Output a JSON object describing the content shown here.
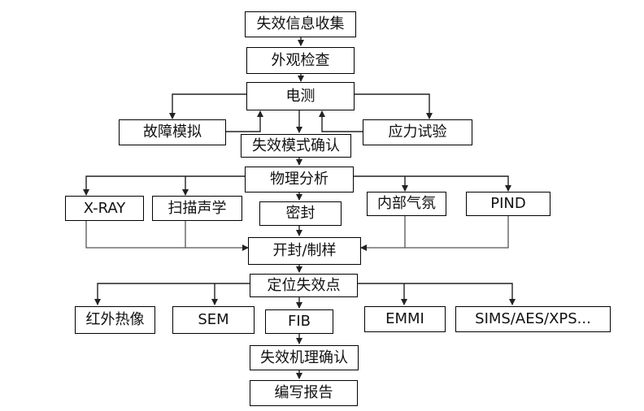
{
  "nodes": {
    "collect": "失效信息收集",
    "visual": "外观检查",
    "electrical": "电测",
    "fault_sim": "故障模拟",
    "stress_test": "应力试验",
    "mode_confirm": "失效模式确认",
    "physical": "物理分析",
    "xray": "X-RAY",
    "acoustic": "扫描声学",
    "seal": "密封",
    "internal_gas": "内部气氛",
    "pind": "PIND",
    "decap": "开封/制样",
    "locate": "定位失效点",
    "infrared": "红外热像",
    "sem": "SEM",
    "fib": "FIB",
    "emmi": "EMMI",
    "sims": "SIMS/AES/XPS...",
    "mechanism": "失效机理确认",
    "report": "编写报告"
  }
}
